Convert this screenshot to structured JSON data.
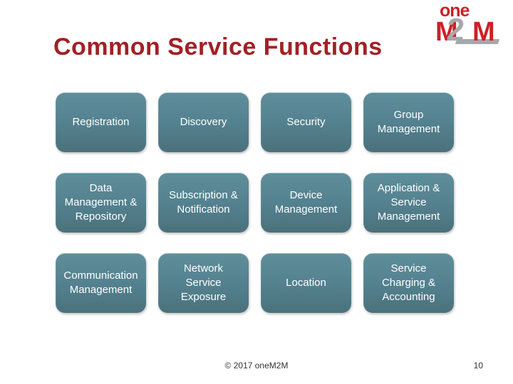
{
  "slide": {
    "title": "Common Service Functions",
    "logo": {
      "one": "one",
      "m_left": "M",
      "two": "2",
      "m_right": "M"
    },
    "footer": {
      "copyright": "© 2017 oneM2M",
      "page_number": "10"
    },
    "colors": {
      "title_red": "#a22025",
      "logo_red": "#cb2127",
      "logo_gray": "#a6a8ab",
      "box_gradient_top": "#5e8e9b",
      "box_gradient_bottom": "#4a717b",
      "box_text": "#ffffff",
      "background": "#ffffff"
    }
  },
  "boxes": [
    {
      "label": "Registration"
    },
    {
      "label": "Discovery"
    },
    {
      "label": "Security"
    },
    {
      "label": "Group\nManagement"
    },
    {
      "label": "Data\nManagement &\nRepository"
    },
    {
      "label": "Subscription &\nNotification"
    },
    {
      "label": "Device\nManagement"
    },
    {
      "label": "Application &\nService\nManagement"
    },
    {
      "label": "Communication\nManagement"
    },
    {
      "label": "Network\nService\nExposure"
    },
    {
      "label": "Location"
    },
    {
      "label": "Service\nCharging &\nAccounting"
    }
  ]
}
